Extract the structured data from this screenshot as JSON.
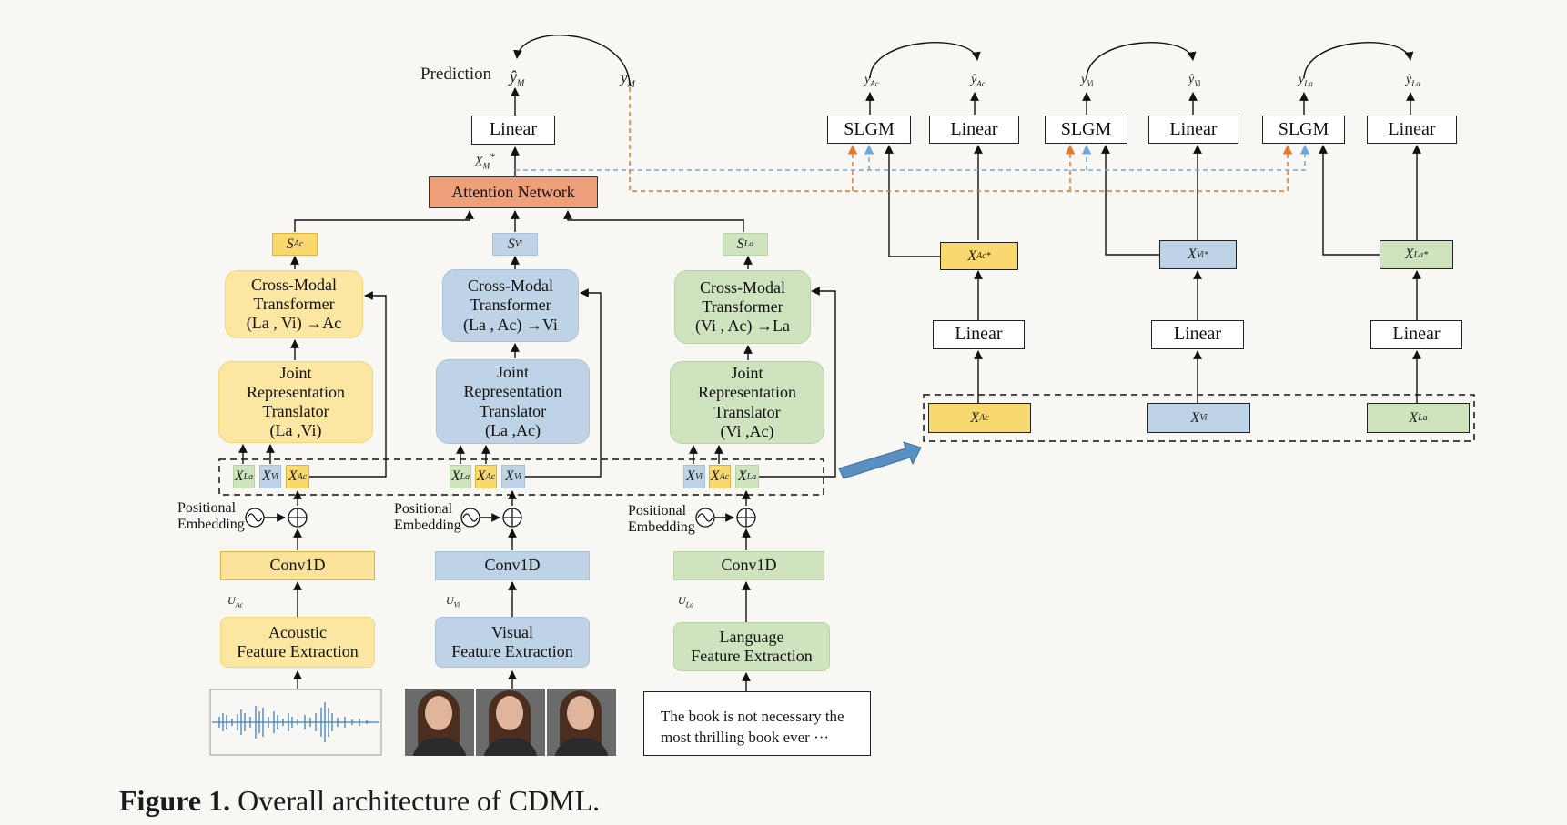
{
  "prediction_label": "Prediction",
  "yhat_M": "ŷ",
  "y_M": "y",
  "sub_M": "M",
  "xm_star": "X",
  "star": "*",
  "attention": "Attention Network",
  "linear": "Linear",
  "slgm": "SLGM",
  "s_ac": "S",
  "sub_ac": "Ac",
  "s_vi": "S",
  "sub_vi": "Vi",
  "s_la": "S",
  "sub_la": "La",
  "cmt": {
    "ac": [
      "Cross-Modal",
      "Transformer",
      "(La , Vi) →Ac"
    ],
    "vi": [
      "Cross-Modal",
      "Transformer",
      "(La , Ac) →Vi"
    ],
    "la": [
      "Cross-Modal",
      "Transformer",
      "(Vi , Ac) →La"
    ]
  },
  "jrt": {
    "ac": [
      "Joint",
      "Representation",
      "Translator",
      "(La ,Vi)"
    ],
    "vi": [
      "Joint",
      "Representation",
      "Translator",
      "(La ,Ac)"
    ],
    "la": [
      "Joint",
      "Representation",
      "Translator",
      "(Vi ,Ac)"
    ]
  },
  "x": "X",
  "pos_emb": [
    "Positional",
    "Embedding"
  ],
  "conv": "Conv1D",
  "u_label": "U",
  "ext": {
    "ac": [
      "Acoustic",
      "Feature Extraction"
    ],
    "vi": [
      "Visual",
      "Feature Extraction"
    ],
    "la": [
      "Language",
      "Feature Extraction"
    ]
  },
  "text_input": [
    "The book is not necessary the",
    "most thrilling book ever ···"
  ],
  "y": "y",
  "yhat": "ŷ",
  "caption_bold": "Figure 1.",
  "caption_rest": " Overall architecture of CDML.",
  "colors": {
    "acoustic": "#f9d870",
    "visual": "#bed3e6",
    "language": "#cfe3bf",
    "attention": "#efa07a",
    "orange_dash": "#e07a2e",
    "blue_dash": "#6ea6d8"
  }
}
